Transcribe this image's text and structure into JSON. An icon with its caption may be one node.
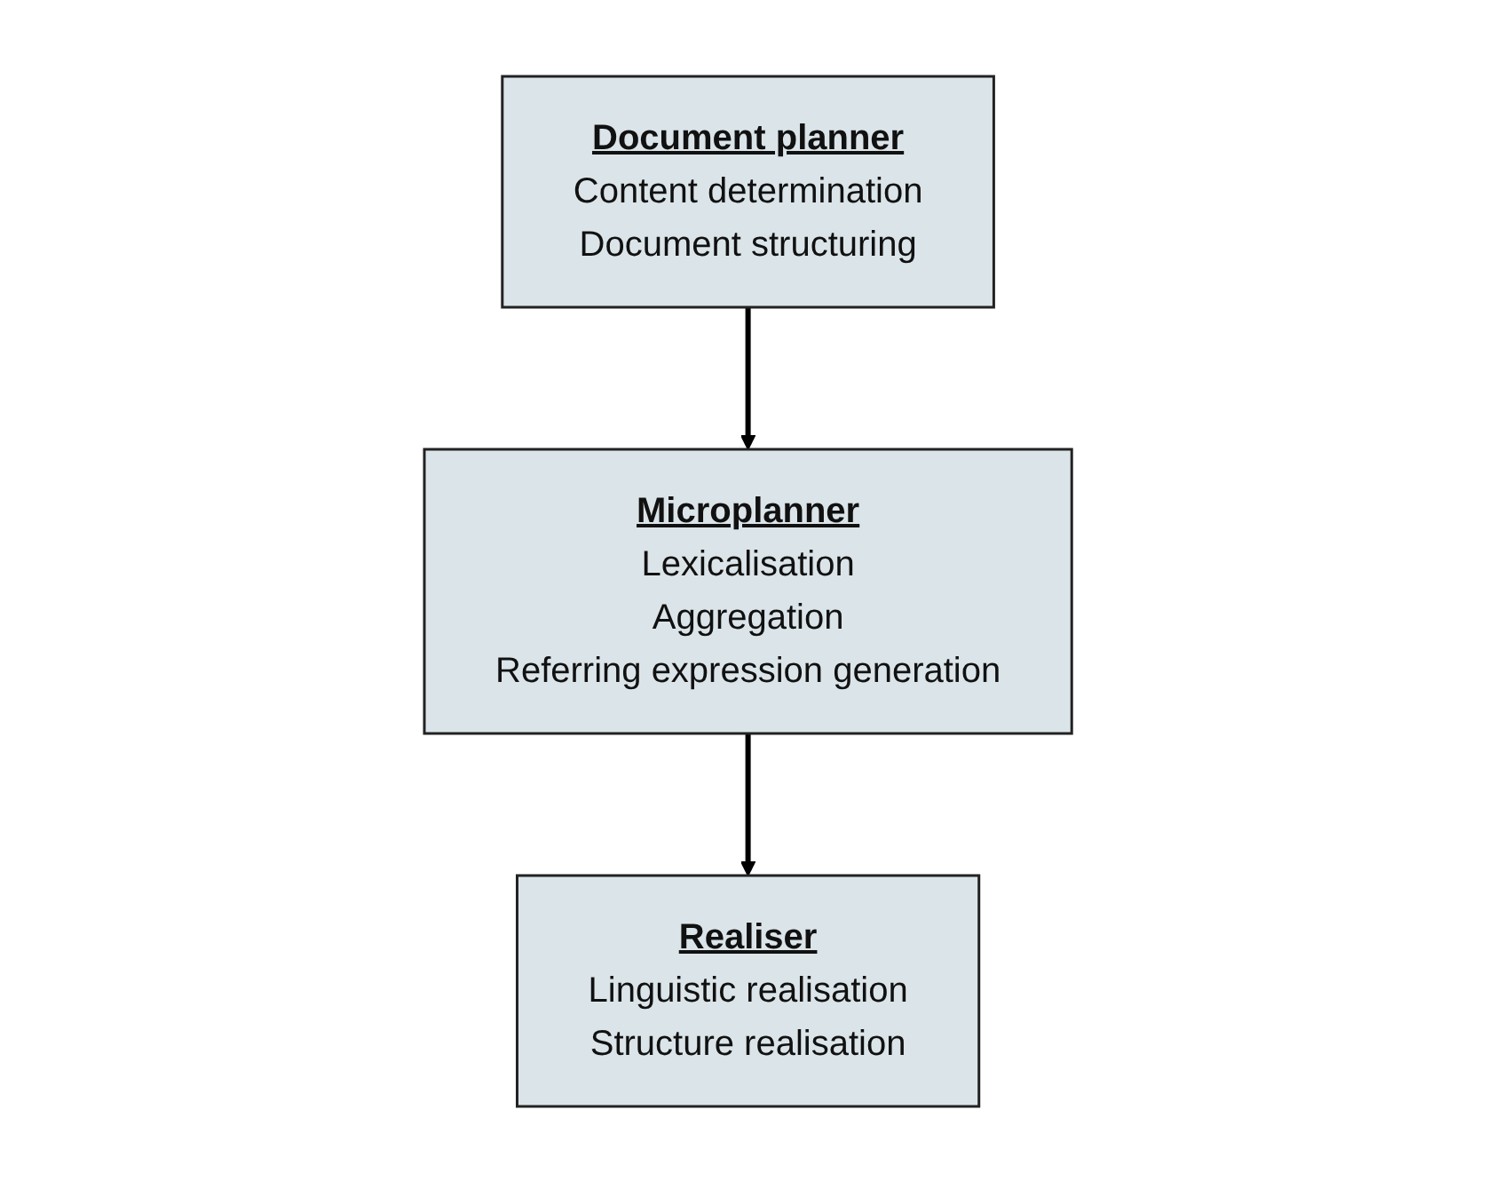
{
  "diagram": {
    "nodes": [
      {
        "text": [
          "Document planner",
          "Content determination",
          "Document structuring"
        ]
      },
      {
        "text": [
          "Microplanner",
          "Lexicalisation",
          "Aggregation",
          "Referring expression generation"
        ]
      },
      {
        "text": [
          "Realiser",
          "Linguistic realisation",
          "Structure realisation"
        ]
      }
    ],
    "edges": [
      {
        "from": 0,
        "to": 1,
        "arrow": "to"
      },
      {
        "from": 1,
        "to": 2,
        "arrow": "to"
      }
    ]
  }
}
